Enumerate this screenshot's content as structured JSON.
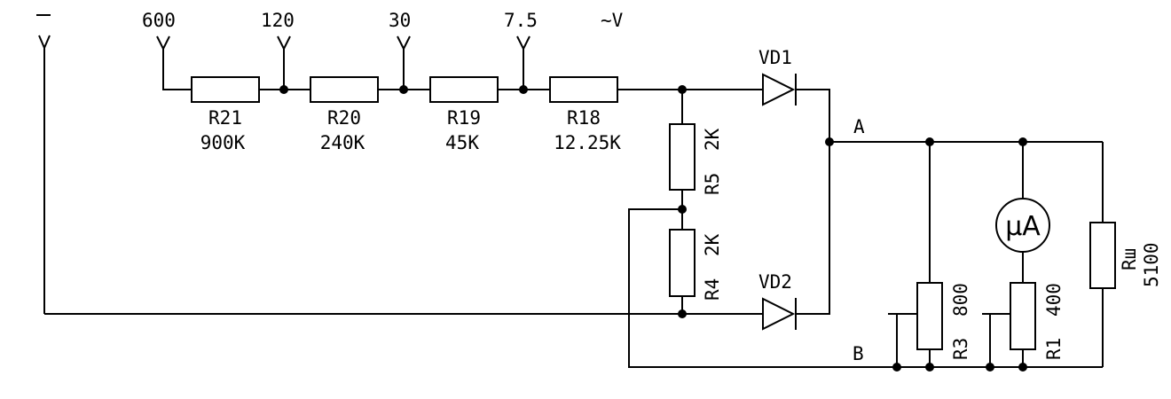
{
  "terminals": {
    "minus": "-",
    "t600": "600",
    "t120": "120",
    "t30": "30",
    "t7_5": "7.5",
    "ac_volts": "~V"
  },
  "resistors": {
    "r21": {
      "name": "R21",
      "value": "900K"
    },
    "r20": {
      "name": "R20",
      "value": "240K"
    },
    "r19": {
      "name": "R19",
      "value": "45K"
    },
    "r18": {
      "name": "R18",
      "value": "12.25K"
    },
    "r5": {
      "name": "R5",
      "value": "2K"
    },
    "r4": {
      "name": "R4",
      "value": "2K"
    },
    "r3": {
      "name": "R3",
      "value": "800"
    },
    "r1": {
      "name": "R1",
      "value": "400"
    },
    "rsh": {
      "name": "Rш",
      "value": "5100"
    }
  },
  "diodes": {
    "vd1": "VD1",
    "vd2": "VD2"
  },
  "nodes": {
    "a": "A",
    "b": "B"
  },
  "meter": {
    "label": "µA"
  }
}
